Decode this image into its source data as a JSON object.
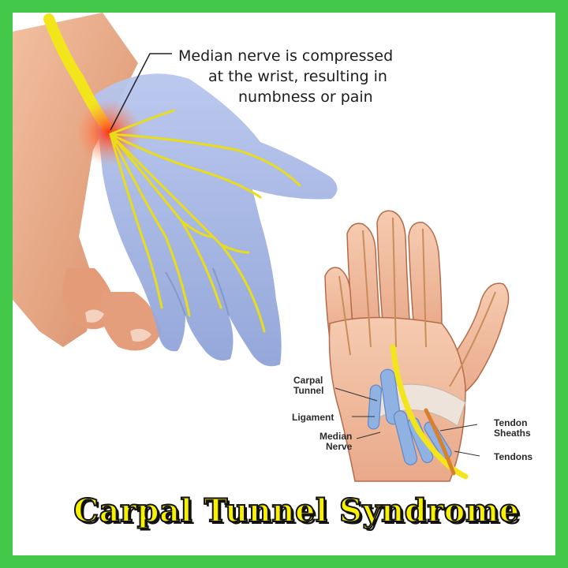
{
  "frame": {
    "border_color": "#44c84a"
  },
  "main_annotation": {
    "lines": [
      "Median nerve is compressed",
      "at the wrist, resulting in",
      "numbness or pain"
    ]
  },
  "detail_labels": {
    "carpal_tunnel": [
      "Carpal",
      "Tunnel"
    ],
    "ligament": "Ligament",
    "median_nerve": [
      "Median",
      "Nerve"
    ],
    "tendon_sheaths": [
      "Tendon",
      "Sheaths"
    ],
    "tendons": "Tendons"
  },
  "title": "Carpal Tunnel Syndrome",
  "colors": {
    "skin": "#e8a784",
    "palm_overlay": "#a7b8e6",
    "nerve": "#f2e51c",
    "pain_glow": "#ff4a3a",
    "title_fill": "#f7f000"
  }
}
